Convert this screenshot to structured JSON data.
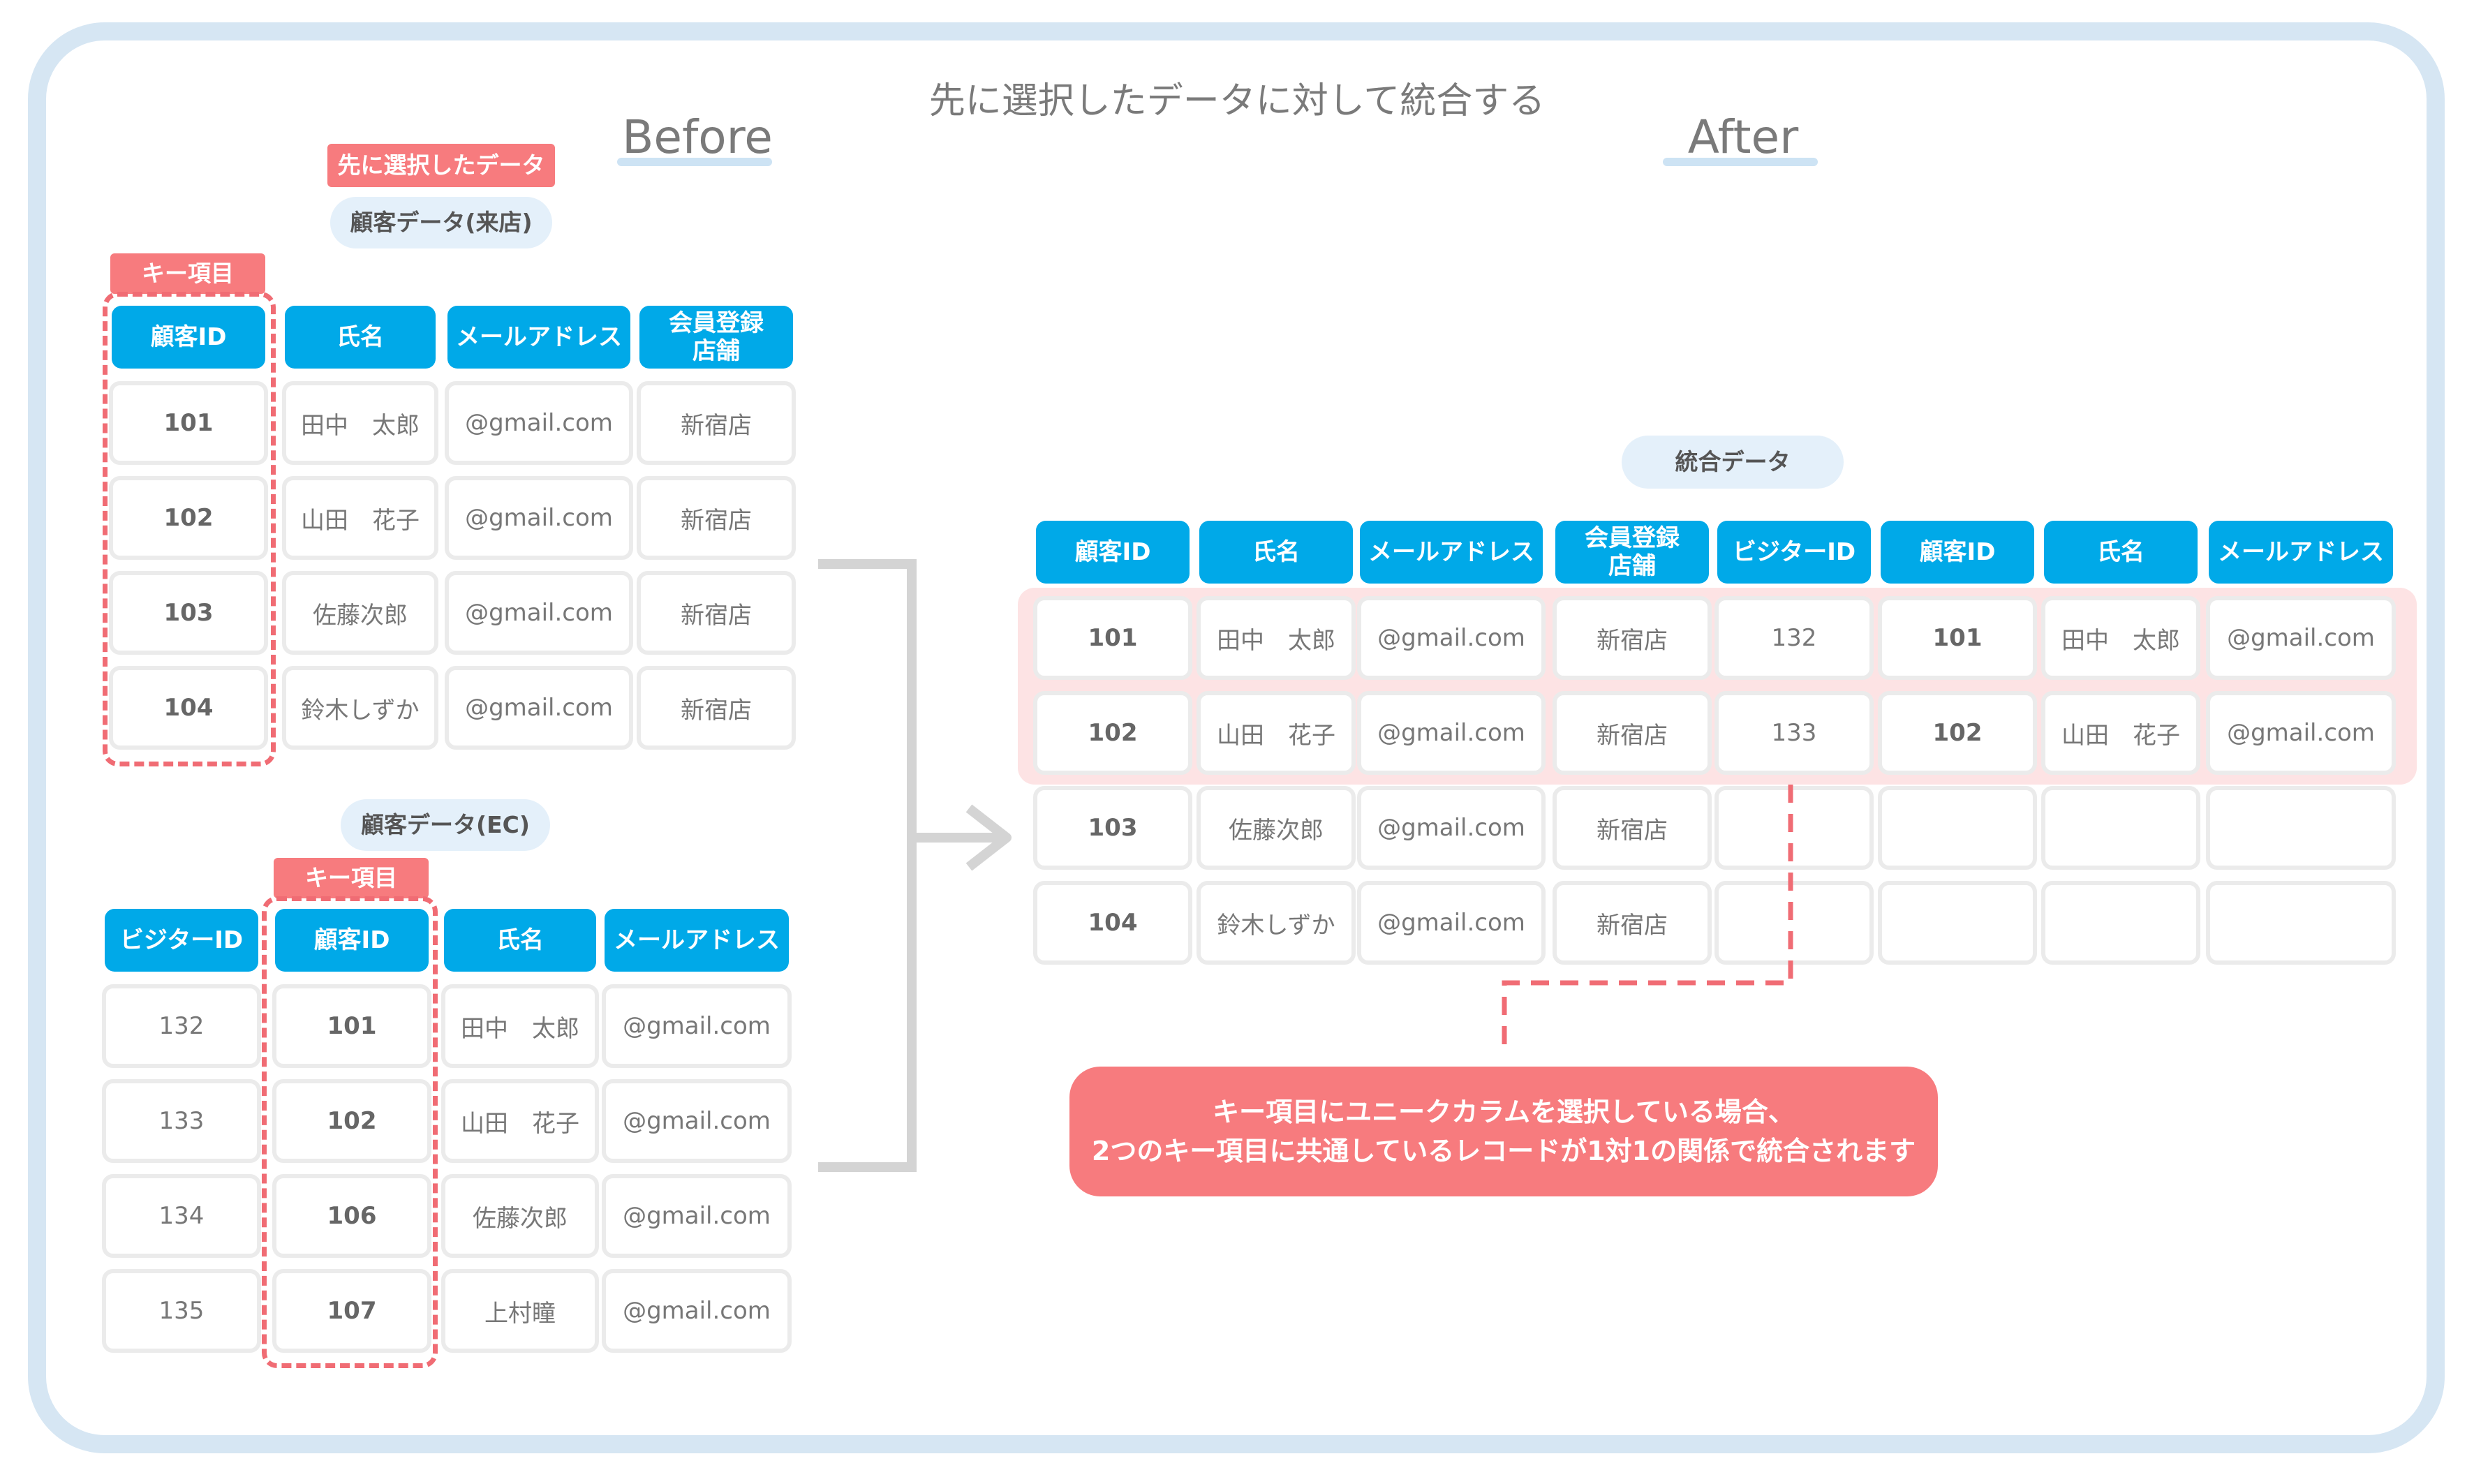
{
  "title": "先に選択したデータに対して統合する",
  "before_label": "Before",
  "after_label": "After",
  "tag_selected_first": "先に選択したデータ",
  "key_tag": "キー項目",
  "table_store": {
    "name": "顧客データ(来店)",
    "headers": [
      "顧客ID",
      "氏名",
      "メールアドレス",
      "会員登録\n店舗"
    ],
    "rows": [
      [
        "101",
        "田中　太郎",
        "@gmail.com",
        "新宿店"
      ],
      [
        "102",
        "山田　花子",
        "@gmail.com",
        "新宿店"
      ],
      [
        "103",
        "佐藤次郎",
        "@gmail.com",
        "新宿店"
      ],
      [
        "104",
        "鈴木しずか",
        "@gmail.com",
        "新宿店"
      ]
    ]
  },
  "table_ec": {
    "name": "顧客データ(EC)",
    "headers": [
      "ビジターID",
      "顧客ID",
      "氏名",
      "メールアドレス"
    ],
    "rows": [
      [
        "132",
        "101",
        "田中　太郎",
        "@gmail.com"
      ],
      [
        "133",
        "102",
        "山田　花子",
        "@gmail.com"
      ],
      [
        "134",
        "106",
        "佐藤次郎",
        "@gmail.com"
      ],
      [
        "135",
        "107",
        "上村瞳",
        "@gmail.com"
      ]
    ]
  },
  "table_merged": {
    "name": "統合データ",
    "headers": [
      "顧客ID",
      "氏名",
      "メールアドレス",
      "会員登録\n店舗",
      "ビジターID",
      "顧客ID",
      "氏名",
      "メールアドレス"
    ],
    "rows": [
      [
        "101",
        "田中　太郎",
        "@gmail.com",
        "新宿店",
        "132",
        "101",
        "田中　太郎",
        "@gmail.com"
      ],
      [
        "102",
        "山田　花子",
        "@gmail.com",
        "新宿店",
        "133",
        "102",
        "山田　花子",
        "@gmail.com"
      ],
      [
        "103",
        "佐藤次郎",
        "@gmail.com",
        "新宿店",
        "",
        "",
        "",
        ""
      ],
      [
        "104",
        "鈴木しずか",
        "@gmail.com",
        "新宿店",
        "",
        "",
        "",
        ""
      ]
    ]
  },
  "note": {
    "line1": "キー項目にユニークカラムを選択している場合、",
    "line2": "2つのキー項目に共通しているレコードが1対1の関係で統合されます"
  },
  "colors": {
    "header_blue": "#00a9e8",
    "accent_red": "#f77b7e",
    "frame": "#d6e6f3",
    "highlight_pink": "#fde3e4"
  }
}
